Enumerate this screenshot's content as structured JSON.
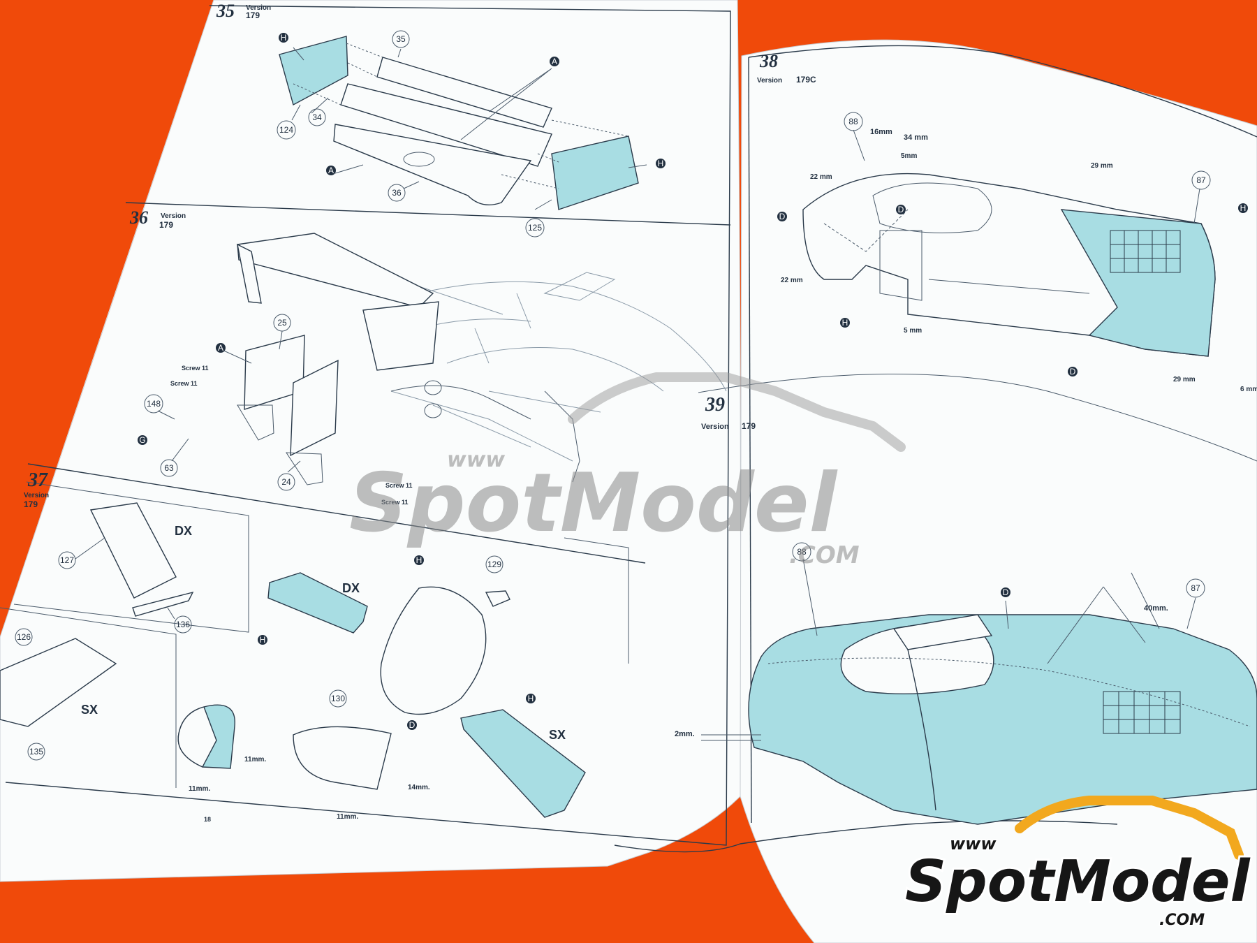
{
  "left_page": {
    "page_number": "18",
    "steps": [
      {
        "number": "35",
        "version_label": "Version",
        "version": "179",
        "callouts": [
          "35",
          "34",
          "124",
          "36",
          "125"
        ],
        "part_letters": [
          "H",
          "A",
          "A",
          "H"
        ]
      },
      {
        "number": "36",
        "version_label": "Version",
        "version": "179",
        "callouts": [
          "25",
          "148",
          "63",
          "24"
        ],
        "part_letters": [
          "A",
          "G"
        ],
        "screws": [
          "Screw 11",
          "Screw 11",
          "Screw 11",
          "Screw 11"
        ]
      },
      {
        "number": "37",
        "version_label": "Version",
        "version": "179",
        "callouts": [
          "127",
          "136",
          "126",
          "135",
          "129",
          "130"
        ],
        "side_labels": [
          "DX",
          "SX",
          "DX",
          "SX"
        ],
        "part_letters": [
          "H",
          "H",
          "D",
          "H"
        ],
        "dimensions": [
          "11mm.",
          "11mm.",
          "14mm.",
          "11mm."
        ]
      }
    ]
  },
  "right_page": {
    "steps": [
      {
        "number": "38",
        "version_label": "Version",
        "version": "179C",
        "callouts": [
          "88",
          "87"
        ],
        "part_letters": [
          "D",
          "H",
          "H",
          "D",
          "D"
        ],
        "dimensions": [
          "16mm",
          "34 mm",
          "5mm",
          "29 mm",
          "22 mm",
          "22 mm",
          "5 mm",
          "29 mm",
          "6 mm"
        ]
      },
      {
        "number": "39",
        "version_label": "Version",
        "version": "179",
        "callouts": [
          "88",
          "87"
        ],
        "part_letters": [
          "D"
        ],
        "dimensions": [
          "40mm.",
          "2mm."
        ]
      }
    ]
  },
  "watermark": {
    "prefix": "www",
    "brand": "SpotModel",
    "suffix": ".COM"
  },
  "logo": {
    "prefix": "www",
    "brand": "SpotModel",
    "suffix": ".COM"
  },
  "colors": {
    "background": "#f04a0a",
    "paper": "#fafcfc",
    "part_fill": "#a8dde3",
    "ink": "#223040",
    "logo_swoosh": "#f2a81e"
  }
}
